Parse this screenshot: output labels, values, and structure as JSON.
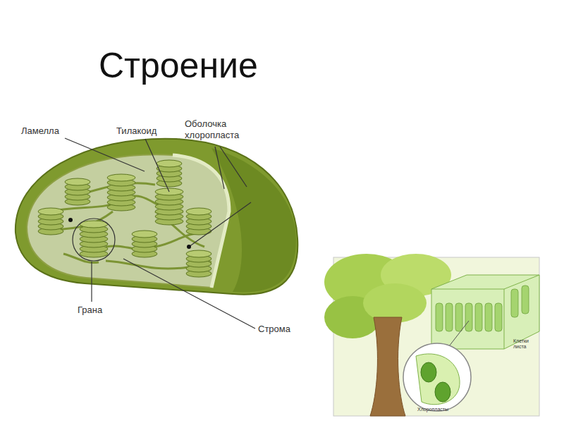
{
  "diagram": {
    "title": "Строение",
    "labels": [
      "Ламелла",
      "Тилакоид",
      "Оболочка хлоропласта",
      "Грана",
      "Строма",
      "Клетки листа",
      "Хлоропласты"
    ]
  }
}
